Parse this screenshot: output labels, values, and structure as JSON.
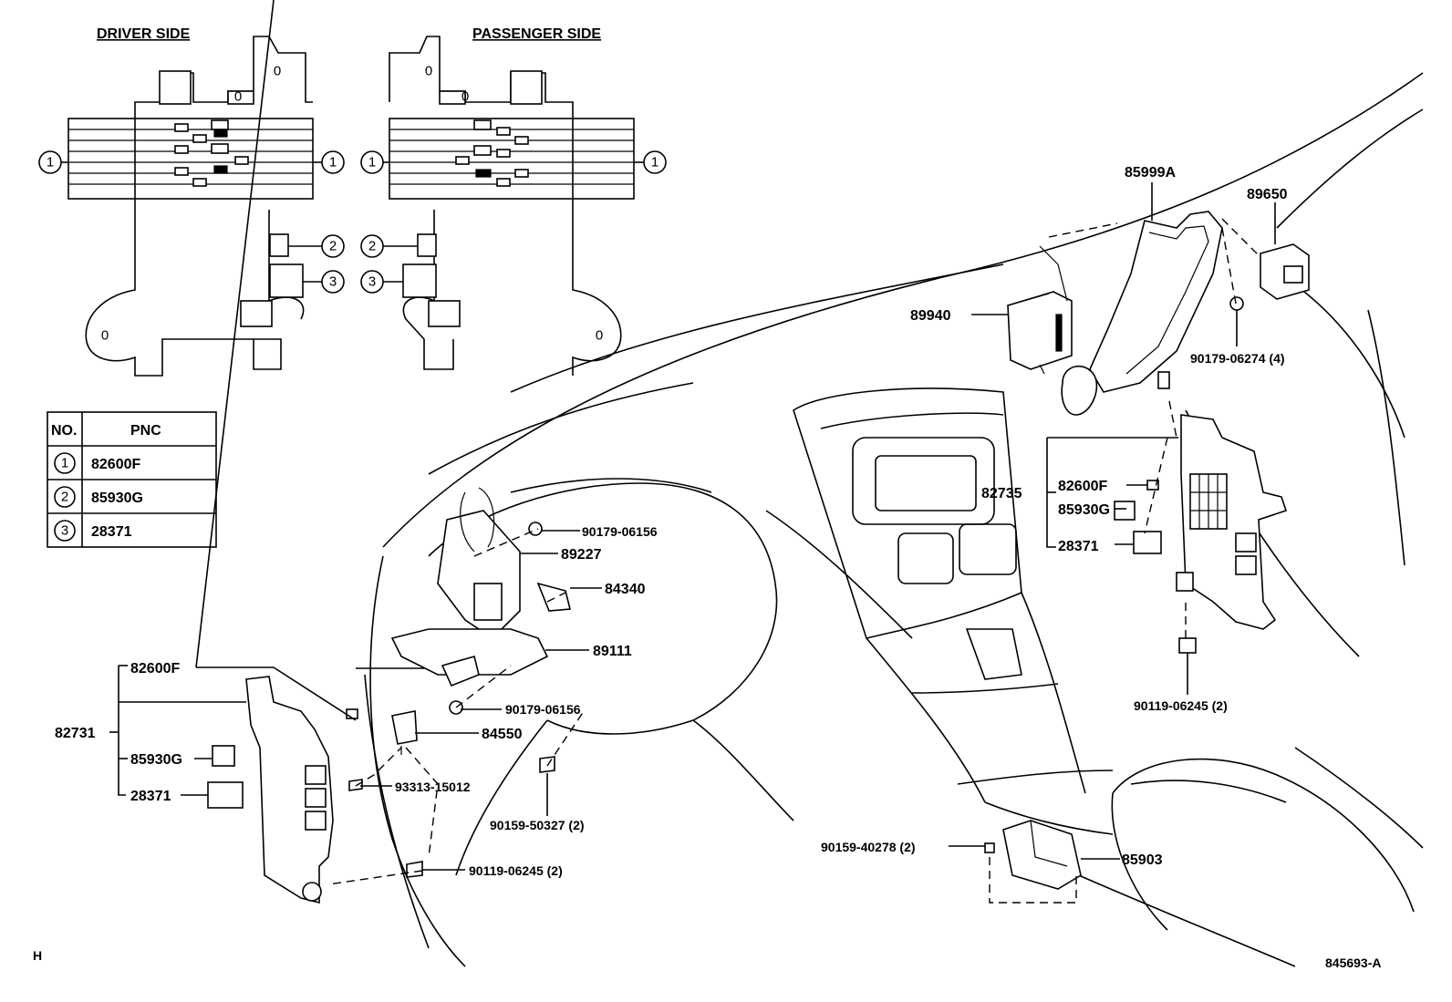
{
  "headings": {
    "driver_side": "DRIVER SIDE",
    "passenger_side": "PASSENGER SIDE"
  },
  "callout_numbers": [
    "1",
    "2",
    "3"
  ],
  "pnc_table": {
    "col_no": "NO.",
    "col_pnc": "PNC",
    "rows": [
      {
        "no": "1",
        "pnc": "82600F"
      },
      {
        "no": "2",
        "pnc": "85930G"
      },
      {
        "no": "3",
        "pnc": "28371"
      }
    ]
  },
  "part_labels": {
    "p85999A": "85999A",
    "p89650": "89650",
    "p89940": "89940",
    "p90179_06274": "90179-06274 (4)",
    "p82735": "82735",
    "p82600F_r": "82600F",
    "p85930G_r": "85930G",
    "p28371_r": "28371",
    "p90119_06245_r": "90119-06245 (2)",
    "p90179_06156_a": "90179-06156",
    "p89227": "89227",
    "p84340": "84340",
    "p89111": "89111",
    "p82600F_l": "82600F",
    "p82731": "82731",
    "p85930G_l": "85930G",
    "p28371_l": "28371",
    "p90179_06156_b": "90179-06156",
    "p84550": "84550",
    "p93313_15012": "93313-15012",
    "p90159_50327": "90159-50327 (2)",
    "p90119_06245_l": "90119-06245 (2)",
    "p90159_40278": "90159-40278 (2)",
    "p85903": "85903"
  },
  "corner_mark": "H",
  "figure_id": "845693-A"
}
